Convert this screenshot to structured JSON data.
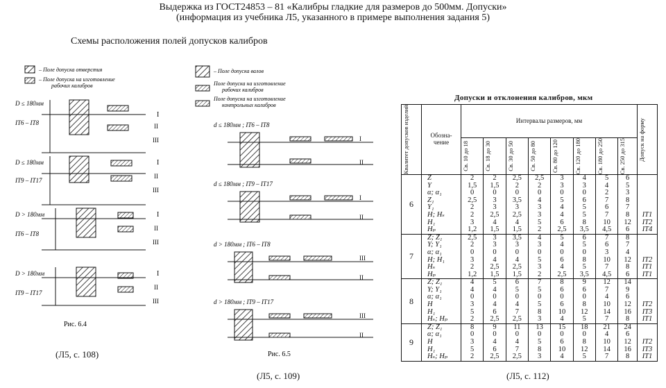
{
  "header": {
    "line1": "Выдержка из ГОСТ24853 – 81  «Калибры гладкие для размеров до 500мм. Допуски»",
    "line2": "(информация из учебника Л5, указанного в примере выполнения задания 5)"
  },
  "subtitle": "Схемы расположения полей допусков калибров",
  "fig64": {
    "legend": [
      "– Поле допуска отверстия",
      "– Поле допуска на изготовление",
      "рабочих калибров"
    ],
    "labels": [
      "D ≤ 180мм",
      "IT6 – IT8",
      "D ≤ 180мм",
      "IT9 – IT17",
      "D > 180мм",
      "IT6 – IT8",
      "D > 180мм",
      "IT9 – IT17"
    ],
    "caption": "Рис. 6.4",
    "ref": "(Л5, с. 108)"
  },
  "fig65": {
    "legend": [
      "– Поле допуска валов",
      "Поле допуска на изготовление",
      "рабочих калибров",
      "Поле допуска на изготовление",
      "контрольных калибров"
    ],
    "labels": [
      "d ≤ 180мм ; IT6 – IT8",
      "d ≤ 180мм ; IT9 – IT17",
      "d > 180мм ; IT6 – IT8",
      "d > 180мм ; IT9 – IT17"
    ],
    "caption": "Рис. 6.5",
    "ref": "(Л5, с. 109)"
  },
  "table": {
    "caption": "Допуски и отклонения калибров, мкм",
    "col_quality": "Квалитет допусков изделий",
    "col_symbol": "Обозна- чение",
    "col_intervals": "Интервалы размеров, мм",
    "intervals": [
      "Св. 10 до 18",
      "Св. 18 до 30",
      "Св. 30 до 50",
      "Св. 50 до 80",
      "Св. 80 до 120",
      "Св. 120 до 180",
      "Св. 180 до 250",
      "Св. 250 до 315"
    ],
    "col_tolerance": "Допуск на форму",
    "groups": [
      {
        "quality": "6",
        "rows": [
          {
            "sym": "Z",
            "v": [
              "2",
              "2",
              "2,5",
              "2,5",
              "3",
              "4",
              "5",
              "6"
            ],
            "f": ""
          },
          {
            "sym": "Y",
            "v": [
              "1,5",
              "1,5",
              "2",
              "2",
              "3",
              "3",
              "4",
              "5"
            ],
            "f": ""
          },
          {
            "sym": "α; α₁",
            "v": [
              "0",
              "0",
              "0",
              "0",
              "0",
              "0",
              "2",
              "3"
            ],
            "f": ""
          },
          {
            "sym": "Z₁",
            "v": [
              "2,5",
              "3",
              "3,5",
              "4",
              "5",
              "6",
              "7",
              "8"
            ],
            "f": ""
          },
          {
            "sym": "Y₁",
            "v": [
              "2",
              "3",
              "3",
              "3",
              "4",
              "5",
              "6",
              "7"
            ],
            "f": ""
          },
          {
            "sym": "H; Hₛ",
            "v": [
              "2",
              "2,5",
              "2,5",
              "3",
              "4",
              "5",
              "7",
              "8"
            ],
            "f": "IT1"
          },
          {
            "sym": "H₁",
            "v": [
              "3",
              "4",
              "4",
              "5",
              "6",
              "8",
              "10",
              "12"
            ],
            "f": "IT2"
          },
          {
            "sym": "Hₚ",
            "v": [
              "1,2",
              "1,5",
              "1,5",
              "2",
              "2,5",
              "3,5",
              "4,5",
              "6"
            ],
            "f": "IT4"
          }
        ]
      },
      {
        "quality": "7",
        "rows": [
          {
            "sym": "Z; Z₁",
            "v": [
              "2,5",
              "3",
              "3,5",
              "4",
              "5",
              "6",
              "7",
              "8"
            ],
            "f": ""
          },
          {
            "sym": "Y; Y₁",
            "v": [
              "2",
              "3",
              "3",
              "3",
              "4",
              "5",
              "6",
              "7"
            ],
            "f": ""
          },
          {
            "sym": "α; α₁",
            "v": [
              "0",
              "0",
              "0",
              "0",
              "0",
              "0",
              "3",
              "4"
            ],
            "f": ""
          },
          {
            "sym": "H; H₁",
            "v": [
              "3",
              "4",
              "4",
              "5",
              "6",
              "8",
              "10",
              "12"
            ],
            "f": "IT2"
          },
          {
            "sym": "Hₛ",
            "v": [
              "2",
              "2,5",
              "2,5",
              "3",
              "4",
              "5",
              "7",
              "8"
            ],
            "f": "IT1"
          },
          {
            "sym": "Hₚ",
            "v": [
              "1,2",
              "1,5",
              "1,5",
              "2",
              "2,5",
              "3,5",
              "4,5",
              "6"
            ],
            "f": "IT1"
          }
        ]
      },
      {
        "quality": "8",
        "rows": [
          {
            "sym": "Z; Z₁",
            "v": [
              "4",
              "5",
              "6",
              "7",
              "8",
              "9",
              "12",
              "14"
            ],
            "f": ""
          },
          {
            "sym": "Y; Y₁",
            "v": [
              "4",
              "4",
              "5",
              "5",
              "6",
              "6",
              "7",
              "9"
            ],
            "f": ""
          },
          {
            "sym": "α; α₁",
            "v": [
              "0",
              "0",
              "0",
              "0",
              "0",
              "0",
              "4",
              "6"
            ],
            "f": ""
          },
          {
            "sym": "H",
            "v": [
              "3",
              "4",
              "4",
              "5",
              "6",
              "8",
              "10",
              "12"
            ],
            "f": "IT2"
          },
          {
            "sym": "H₁",
            "v": [
              "5",
              "6",
              "7",
              "8",
              "10",
              "12",
              "14",
              "16"
            ],
            "f": "IT3"
          },
          {
            "sym": "Hₛ; Hₚ",
            "v": [
              "2",
              "2,5",
              "2,5",
              "3",
              "4",
              "5",
              "7",
              "8"
            ],
            "f": "IT1"
          }
        ]
      },
      {
        "quality": "9",
        "rows": [
          {
            "sym": "Z; Z₁",
            "v": [
              "8",
              "9",
              "11",
              "13",
              "15",
              "18",
              "21",
              "24"
            ],
            "f": ""
          },
          {
            "sym": "α; α₁",
            "v": [
              "0",
              "0",
              "0",
              "0",
              "0",
              "0",
              "4",
              "6"
            ],
            "f": ""
          },
          {
            "sym": "H",
            "v": [
              "3",
              "4",
              "4",
              "5",
              "6",
              "8",
              "10",
              "12"
            ],
            "f": "IT2"
          },
          {
            "sym": "H₁",
            "v": [
              "5",
              "6",
              "7",
              "8",
              "10",
              "12",
              "14",
              "16"
            ],
            "f": "IT3"
          },
          {
            "sym": "Hₛ; Hₚ",
            "v": [
              "2",
              "2,5",
              "2,5",
              "3",
              "4",
              "5",
              "7",
              "8"
            ],
            "f": "IT1"
          }
        ]
      }
    ],
    "ref": "(Л5, с. 112)"
  }
}
